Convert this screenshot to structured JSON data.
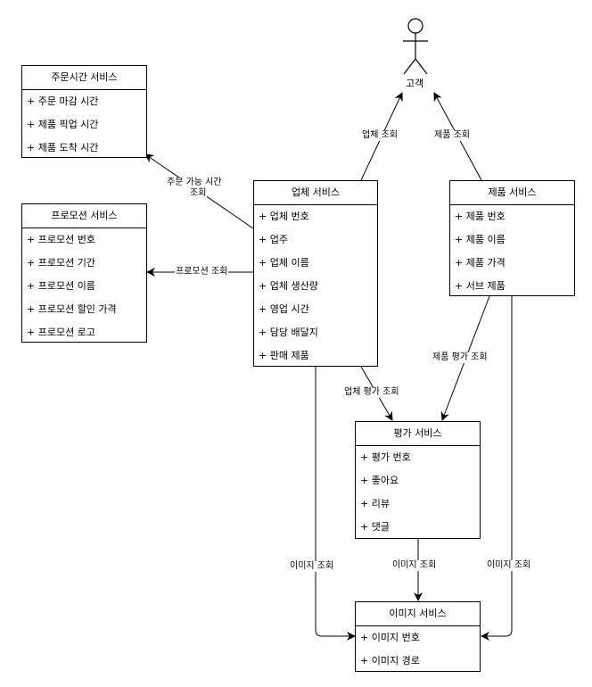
{
  "actor": {
    "label": "고객"
  },
  "boxes": {
    "order_time": {
      "title": "주문시간 서비스",
      "items": [
        "+ 주문 마감 시간",
        "+ 제품 픽업 시간",
        "+ 제품 도착 시간"
      ]
    },
    "promotion": {
      "title": "프로모션 서비스",
      "items": [
        "+ 프로모션 번호",
        "+ 프로모션 기간",
        "+ 프로모션 이름",
        "+ 프로모션 할인 가격",
        "+ 프로모션 로고"
      ]
    },
    "vendor": {
      "title": "업체 서비스",
      "items": [
        "+ 업체 번호",
        "+ 업주",
        "+ 업체 이름",
        "+ 업체 생산량",
        "+ 영업 시간",
        "+ 담당 배달지",
        "+ 판매 제품"
      ]
    },
    "product": {
      "title": "제품 서비스",
      "items": [
        "+ 제품 번호",
        "+ 제품 이름",
        "+ 제품 가격",
        "+ 서브 제품"
      ]
    },
    "review": {
      "title": "평가 서비스",
      "items": [
        "+ 평가 번호",
        "+ 좋아요",
        "+ 리뷰",
        "+ 댓글"
      ]
    },
    "image": {
      "title": "이미지 서비스",
      "items": [
        "+ 이미지 번호",
        "+ 이미지 경로"
      ]
    }
  },
  "edges": {
    "vendor_customer": "업체 조회",
    "product_customer": "제품 조회",
    "vendor_order_time_1": "주문 가능 시간",
    "vendor_order_time_2": "조회",
    "vendor_promotion": "프로모션 조회",
    "vendor_review": "업체 평가 조회",
    "product_review": "제품 평가 조회",
    "vendor_image": "이미지 조회",
    "review_image": "이미지 조회",
    "product_image": "이미지 조회"
  }
}
